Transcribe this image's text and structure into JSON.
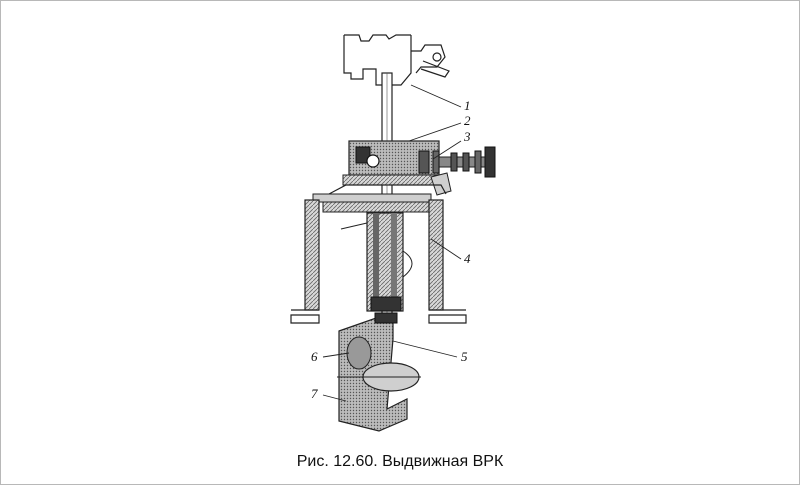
{
  "figure": {
    "caption": "Рис. 12.60. Выдвижная ВРК",
    "callouts": [
      {
        "id": "c1",
        "label": "1"
      },
      {
        "id": "c2",
        "label": "2"
      },
      {
        "id": "c3",
        "label": "3"
      },
      {
        "id": "c4",
        "label": "4"
      },
      {
        "id": "c5",
        "label": "5"
      },
      {
        "id": "c6",
        "label": "6"
      },
      {
        "id": "c7",
        "label": "7"
      }
    ]
  }
}
